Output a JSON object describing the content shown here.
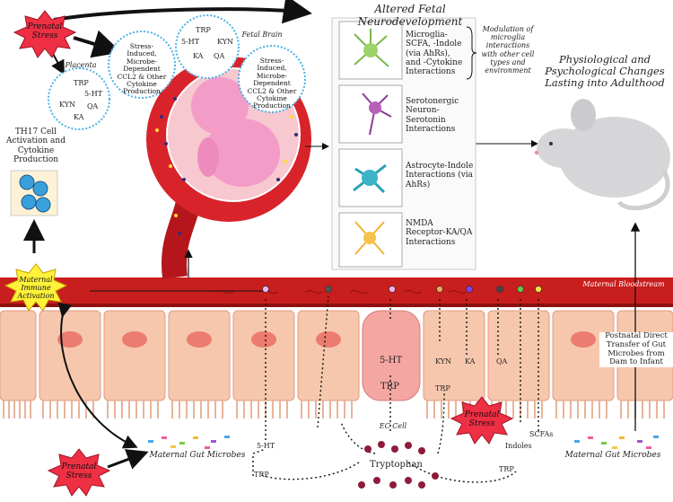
{
  "stress_label": "Prenatal Stress",
  "maternal_immune_activation": "Maternal Immune Activation",
  "placenta_label": "Placenta",
  "fetal_brain_label": "Fetal Brain",
  "cytokine_bubble_text": "Stress-Induced, Microbe-Dependent CCL2 & Other Cytokine Production",
  "th17_label": "TH17 Cell Activation and Cytokine Production",
  "pathway": {
    "trp": "TRP",
    "ht5": "5-HT",
    "kyn": "KYN",
    "qa": "QA",
    "ka": "KA"
  },
  "neuro": {
    "title": "Altered Fetal Neurodevelopment",
    "panels": [
      "Microglia-SCFA, -Indole (via AhRs), and -Cytokine Interactions",
      "Serotonergic Neuron-Serotonin Interactions",
      "Astrocyte-Indole Interactions (via AhRs)",
      "NMDA Receptor-KA/QA Interactions"
    ],
    "modulation_note": "Modulation of microglia interactions with other cell types and environment"
  },
  "outcome": "Physiological and Psychological Changes Lasting into Adulthood",
  "bloodstream": "Maternal Bloodstream",
  "postnatal_transfer": "Postnatal Direct Transfer of Gut Microbes from Dam to Infant",
  "gut": {
    "ec_cell": "EC Cell",
    "tryptophan": "Tryptophan",
    "scfas": "SCFAs",
    "indoles": "Indoles",
    "microbes_left": "Maternal Gut Microbes",
    "microbes_right": "Maternal Gut Microbes"
  },
  "colors": {
    "blood": "#c81e1e",
    "blood_dark": "#8e1010",
    "epithelium": "#f6c7ad",
    "nucleus": "#ec7b70",
    "star": "#fff23a",
    "bubble_fill": "#ffffff",
    "bubble_border": "#4bb2e6"
  }
}
